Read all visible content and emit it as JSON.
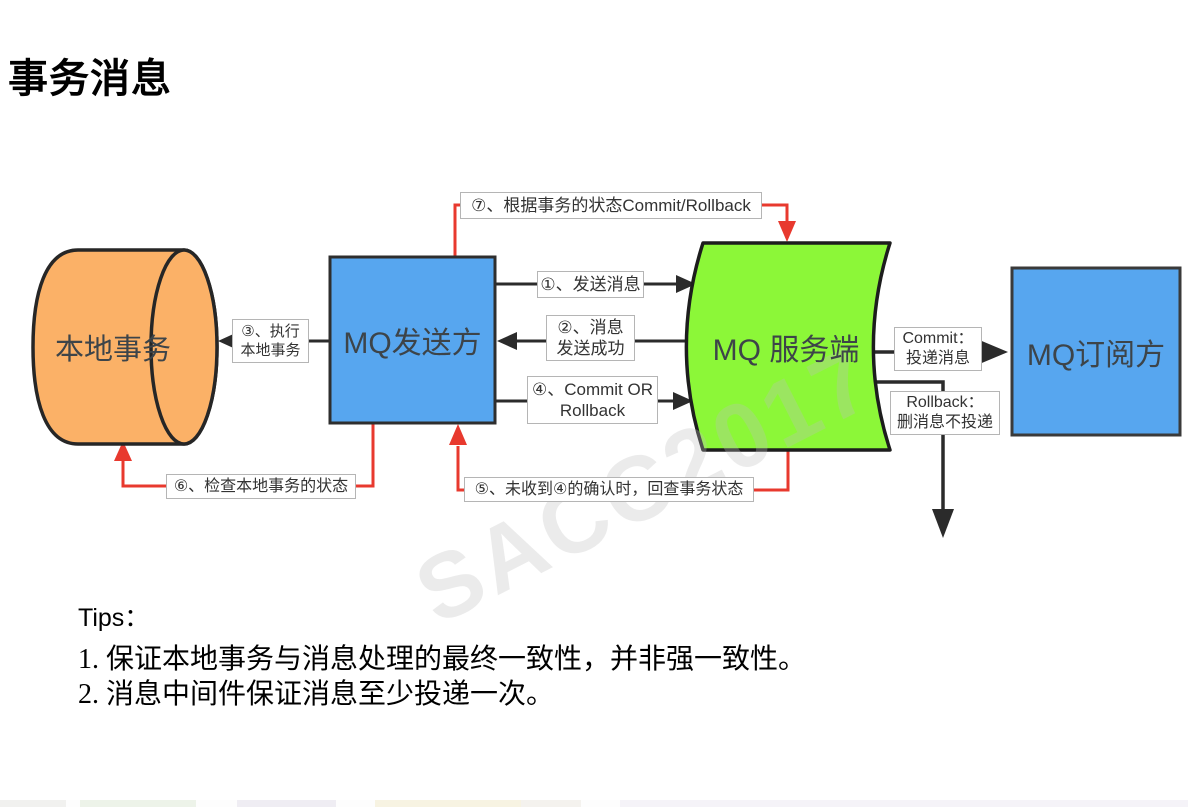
{
  "page": {
    "title": "事务消息"
  },
  "watermark": "SACC2017",
  "nodes": {
    "local_tx": {
      "label": "本地事务"
    },
    "mq_sender": {
      "label": "MQ发送方"
    },
    "mq_server": {
      "label": "MQ 服务端"
    },
    "mq_subscriber": {
      "label": "MQ订阅方"
    }
  },
  "edges": {
    "step1": {
      "label": "①、发送消息"
    },
    "step2": {
      "line1": "②、消息",
      "line2": "发送成功"
    },
    "step3": {
      "line1": "③、执行",
      "line2": "本地事务"
    },
    "step4": {
      "line1": "④、Commit OR",
      "line2": "Rollback"
    },
    "step5": {
      "label": "⑤、未收到④的确认时，回查事务状态"
    },
    "step6": {
      "label": "⑥、检查本地事务的状态"
    },
    "step7": {
      "label": "⑦、根据事务的状态Commit/Rollback"
    },
    "commit": {
      "line1": "Commit：",
      "line2": "投递消息"
    },
    "rollback": {
      "line1": "Rollback：",
      "line2": "删消息不投递"
    }
  },
  "tips": {
    "heading": "Tips：",
    "item1": "1. 保证本地事务与消息处理的最终一致性，并非强一致性。",
    "item2": "2. 消息中间件保证消息至少投递一次。"
  },
  "colors": {
    "node_blue": "#57a6ef",
    "node_green": "#8cf738",
    "node_orange": "#fbb167",
    "arrow_black": "#2b2b2b",
    "arrow_red": "#e8392e",
    "shape_border": "#262626"
  }
}
